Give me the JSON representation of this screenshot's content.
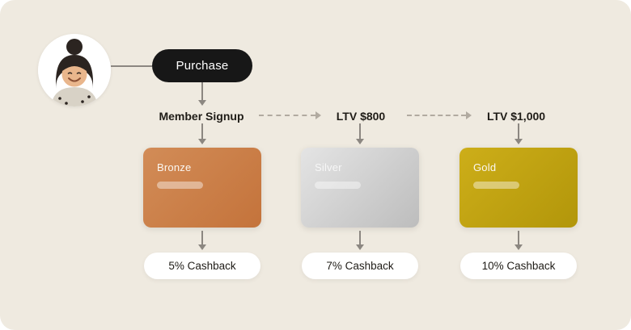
{
  "canvas": {
    "background_color": "#EFEAE0"
  },
  "avatar": {
    "label": "customer-photo"
  },
  "flow": {
    "purchase": "Purchase",
    "member_signup": "Member Signup",
    "ltv_800": "LTV $800",
    "ltv_1000": "LTV $1,000",
    "node_color": "#171717",
    "arrow_color": "#8C8781"
  },
  "tiers": [
    {
      "name": "Bronze",
      "cashback": "5% Cashback",
      "color": "#C8793F"
    },
    {
      "name": "Silver",
      "cashback": "7% Cashback",
      "color": "#C9C9C9"
    },
    {
      "name": "Gold",
      "cashback": "10% Cashback",
      "color": "#BFA00F"
    }
  ]
}
